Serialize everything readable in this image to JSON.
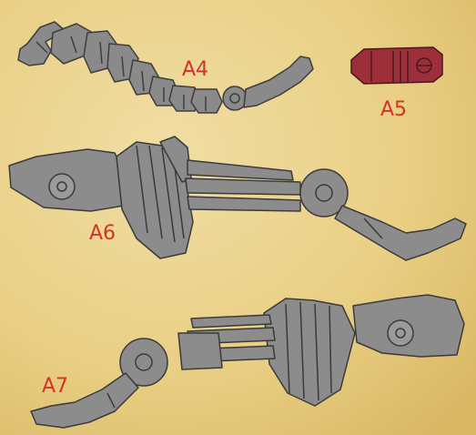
{
  "page": {
    "background_color": "#e9cf84",
    "background_highlight_color": "#f1dea4",
    "background_shadow_color": "#d9b865"
  },
  "label_color": "#d3322b",
  "parts": [
    {
      "id": "A4",
      "label": "A4",
      "color": "#8a8a8a",
      "description_name": "segmented-tail-part"
    },
    {
      "id": "A5",
      "label": "A5",
      "color": "#9c2f3a",
      "description_name": "red-connector-part"
    },
    {
      "id": "A6",
      "label": "A6",
      "color": "#8c8c8c",
      "description_name": "upper-leg-assembly"
    },
    {
      "id": "A7",
      "label": "A7",
      "color": "#8c8c8c",
      "description_name": "lower-leg-assembly"
    }
  ]
}
